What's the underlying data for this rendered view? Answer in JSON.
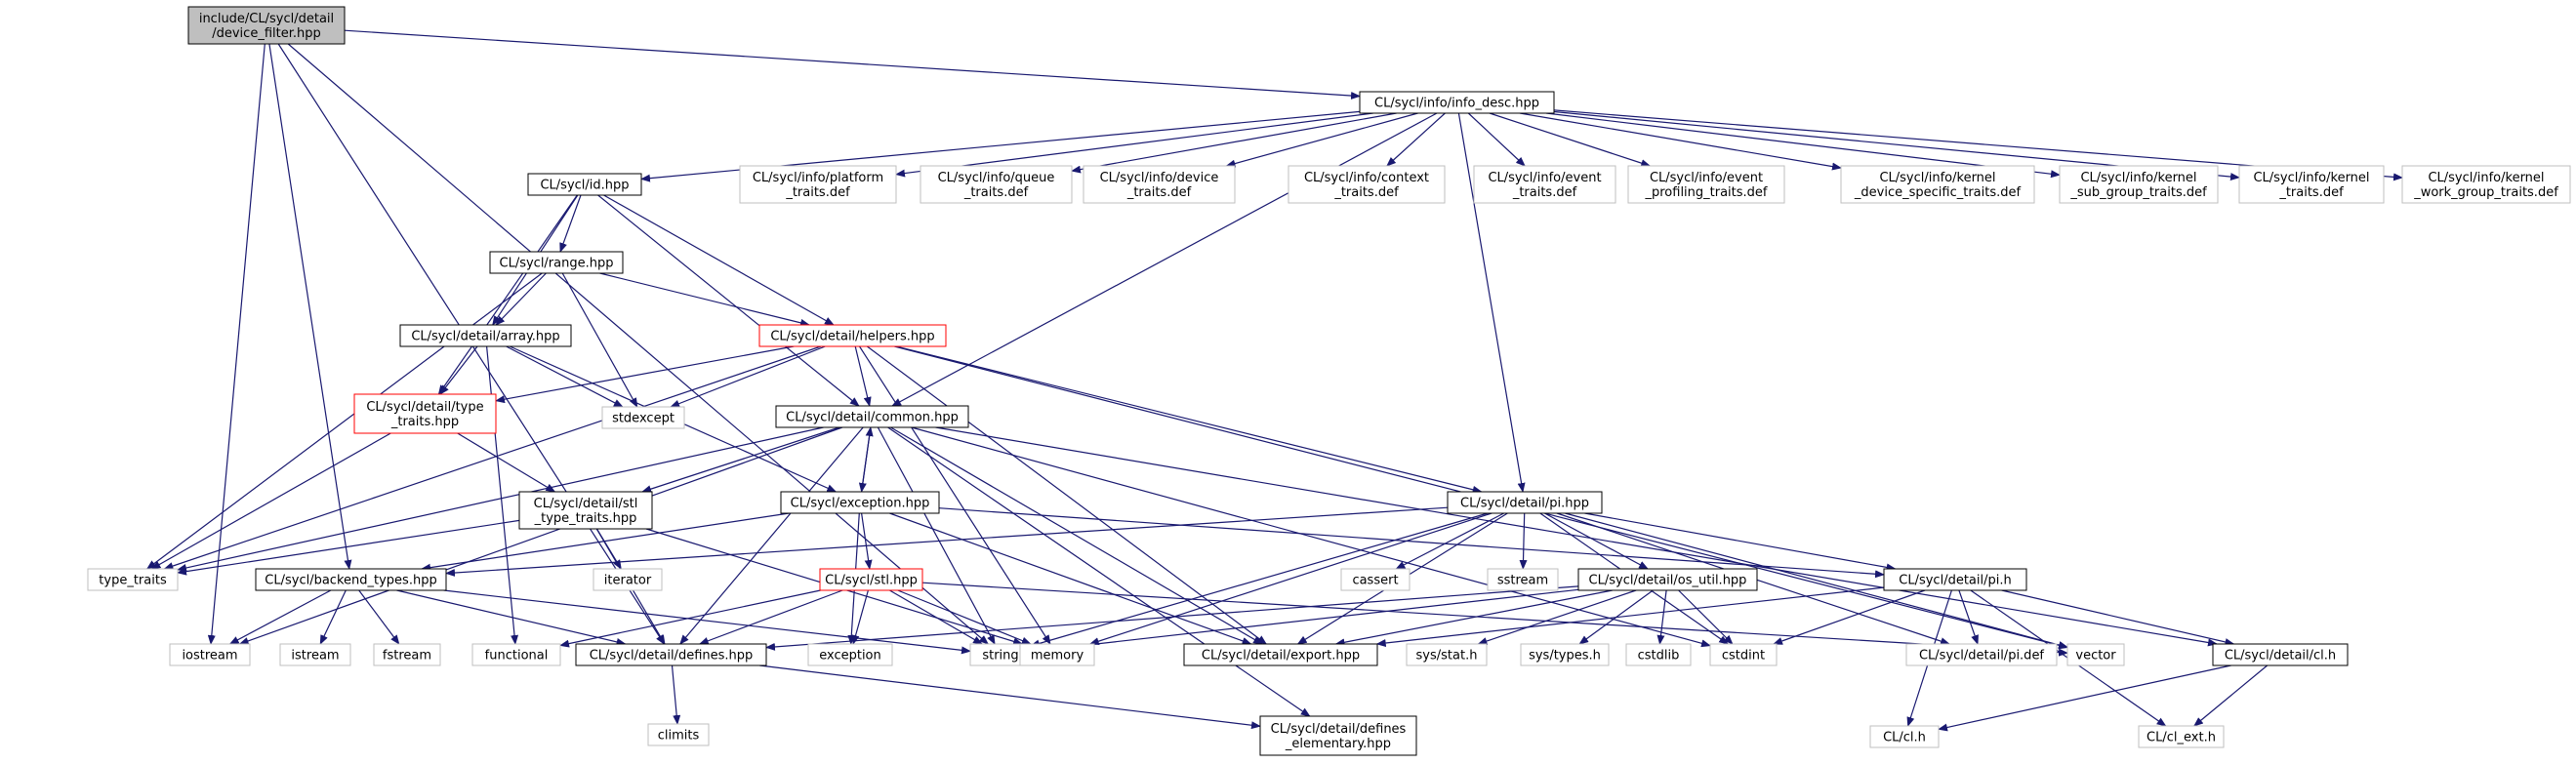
{
  "colors": {
    "edge": "#191970",
    "border_normal": "#000000",
    "border_system": "#bfbfbf",
    "border_incomplete": "#ff0000",
    "fill_root": "#bfbfbf",
    "fill_default": "#ffffff"
  },
  "nodes": [
    {
      "id": "device_filter",
      "lines": [
        "include/CL/sycl/detail",
        "/device_filter.hpp"
      ],
      "kind": "root"
    },
    {
      "id": "info_desc",
      "lines": [
        "CL/sycl/info/info_desc.hpp"
      ],
      "kind": "normal"
    },
    {
      "id": "id_hpp",
      "lines": [
        "CL/sycl/id.hpp"
      ],
      "kind": "normal"
    },
    {
      "id": "platform_traits",
      "lines": [
        "CL/sycl/info/platform",
        "_traits.def"
      ],
      "kind": "system"
    },
    {
      "id": "queue_traits",
      "lines": [
        "CL/sycl/info/queue",
        "_traits.def"
      ],
      "kind": "system"
    },
    {
      "id": "device_traits",
      "lines": [
        "CL/sycl/info/device",
        "_traits.def"
      ],
      "kind": "system"
    },
    {
      "id": "context_traits",
      "lines": [
        "CL/sycl/info/context",
        "_traits.def"
      ],
      "kind": "system"
    },
    {
      "id": "event_traits",
      "lines": [
        "CL/sycl/info/event",
        "_traits.def"
      ],
      "kind": "system"
    },
    {
      "id": "event_profiling_traits",
      "lines": [
        "CL/sycl/info/event",
        "_profiling_traits.def"
      ],
      "kind": "system"
    },
    {
      "id": "kernel_device_specific_traits",
      "lines": [
        "CL/sycl/info/kernel",
        "_device_specific_traits.def"
      ],
      "kind": "system"
    },
    {
      "id": "kernel_sub_group_traits",
      "lines": [
        "CL/sycl/info/kernel",
        "_sub_group_traits.def"
      ],
      "kind": "system"
    },
    {
      "id": "kernel_traits",
      "lines": [
        "CL/sycl/info/kernel",
        "_traits.def"
      ],
      "kind": "system"
    },
    {
      "id": "kernel_work_group_traits",
      "lines": [
        "CL/sycl/info/kernel",
        "_work_group_traits.def"
      ],
      "kind": "system"
    },
    {
      "id": "range_hpp",
      "lines": [
        "CL/sycl/range.hpp"
      ],
      "kind": "normal"
    },
    {
      "id": "helpers_hpp",
      "lines": [
        "CL/sycl/detail/helpers.hpp"
      ],
      "kind": "incomplete"
    },
    {
      "id": "array_hpp",
      "lines": [
        "CL/sycl/detail/array.hpp"
      ],
      "kind": "normal"
    },
    {
      "id": "type_traits_hpp",
      "lines": [
        "CL/sycl/detail/type",
        "_traits.hpp"
      ],
      "kind": "incomplete"
    },
    {
      "id": "stdexcept",
      "lines": [
        "stdexcept"
      ],
      "kind": "system"
    },
    {
      "id": "common_hpp",
      "lines": [
        "CL/sycl/detail/common.hpp"
      ],
      "kind": "normal"
    },
    {
      "id": "stl_type_traits",
      "lines": [
        "CL/sycl/detail/stl",
        "_type_traits.hpp"
      ],
      "kind": "normal"
    },
    {
      "id": "exception_hpp",
      "lines": [
        "CL/sycl/exception.hpp"
      ],
      "kind": "normal"
    },
    {
      "id": "pi_hpp",
      "lines": [
        "CL/sycl/detail/pi.hpp"
      ],
      "kind": "normal"
    },
    {
      "id": "type_traits",
      "lines": [
        "type_traits"
      ],
      "kind": "system"
    },
    {
      "id": "backend_types",
      "lines": [
        "CL/sycl/backend_types.hpp"
      ],
      "kind": "normal"
    },
    {
      "id": "iterator",
      "lines": [
        "iterator"
      ],
      "kind": "system"
    },
    {
      "id": "stl_hpp",
      "lines": [
        "CL/sycl/stl.hpp"
      ],
      "kind": "incomplete"
    },
    {
      "id": "cassert",
      "lines": [
        "cassert"
      ],
      "kind": "system"
    },
    {
      "id": "sstream",
      "lines": [
        "sstream"
      ],
      "kind": "system"
    },
    {
      "id": "os_util",
      "lines": [
        "CL/sycl/detail/os_util.hpp"
      ],
      "kind": "normal"
    },
    {
      "id": "pi_h",
      "lines": [
        "CL/sycl/detail/pi.h"
      ],
      "kind": "normal"
    },
    {
      "id": "iostream",
      "lines": [
        "iostream"
      ],
      "kind": "system"
    },
    {
      "id": "istream",
      "lines": [
        "istream"
      ],
      "kind": "system"
    },
    {
      "id": "fstream",
      "lines": [
        "fstream"
      ],
      "kind": "system"
    },
    {
      "id": "functional",
      "lines": [
        "functional"
      ],
      "kind": "system"
    },
    {
      "id": "defines_hpp",
      "lines": [
        "CL/sycl/detail/defines.hpp"
      ],
      "kind": "normal"
    },
    {
      "id": "exception",
      "lines": [
        "exception"
      ],
      "kind": "system"
    },
    {
      "id": "string",
      "lines": [
        "string"
      ],
      "kind": "system"
    },
    {
      "id": "memory",
      "lines": [
        "memory"
      ],
      "kind": "system"
    },
    {
      "id": "export_hpp",
      "lines": [
        "CL/sycl/detail/export.hpp"
      ],
      "kind": "normal"
    },
    {
      "id": "sys_stat",
      "lines": [
        "sys/stat.h"
      ],
      "kind": "system"
    },
    {
      "id": "sys_types",
      "lines": [
        "sys/types.h"
      ],
      "kind": "system"
    },
    {
      "id": "cstdlib",
      "lines": [
        "cstdlib"
      ],
      "kind": "system"
    },
    {
      "id": "cstdint",
      "lines": [
        "cstdint"
      ],
      "kind": "system"
    },
    {
      "id": "pi_def",
      "lines": [
        "CL/sycl/detail/pi.def"
      ],
      "kind": "system"
    },
    {
      "id": "vector",
      "lines": [
        "vector"
      ],
      "kind": "system"
    },
    {
      "id": "cl_hpp",
      "lines": [
        "CL/sycl/detail/cl.h"
      ],
      "kind": "normal"
    },
    {
      "id": "climits",
      "lines": [
        "climits"
      ],
      "kind": "system"
    },
    {
      "id": "defines_elementary",
      "lines": [
        "CL/sycl/detail/defines",
        "_elementary.hpp"
      ],
      "kind": "normal"
    },
    {
      "id": "cl_h",
      "lines": [
        "CL/cl.h"
      ],
      "kind": "system"
    },
    {
      "id": "cl_ext_h",
      "lines": [
        "CL/cl_ext.h"
      ],
      "kind": "system"
    }
  ],
  "edges": [
    [
      "device_filter",
      "info_desc"
    ],
    [
      "device_filter",
      "iostream"
    ],
    [
      "device_filter",
      "backend_types"
    ],
    [
      "device_filter",
      "defines_hpp"
    ],
    [
      "device_filter",
      "string"
    ],
    [
      "info_desc",
      "id_hpp"
    ],
    [
      "info_desc",
      "platform_traits"
    ],
    [
      "info_desc",
      "queue_traits"
    ],
    [
      "info_desc",
      "device_traits"
    ],
    [
      "info_desc",
      "context_traits"
    ],
    [
      "info_desc",
      "event_traits"
    ],
    [
      "info_desc",
      "event_profiling_traits"
    ],
    [
      "info_desc",
      "kernel_device_specific_traits"
    ],
    [
      "info_desc",
      "kernel_sub_group_traits"
    ],
    [
      "info_desc",
      "kernel_traits"
    ],
    [
      "info_desc",
      "kernel_work_group_traits"
    ],
    [
      "info_desc",
      "common_hpp"
    ],
    [
      "info_desc",
      "pi_hpp"
    ],
    [
      "id_hpp",
      "range_hpp"
    ],
    [
      "id_hpp",
      "array_hpp"
    ],
    [
      "id_hpp",
      "helpers_hpp"
    ],
    [
      "id_hpp",
      "common_hpp"
    ],
    [
      "id_hpp",
      "type_traits_hpp"
    ],
    [
      "range_hpp",
      "array_hpp"
    ],
    [
      "range_hpp",
      "helpers_hpp"
    ],
    [
      "range_hpp",
      "stdexcept"
    ],
    [
      "range_hpp",
      "type_traits"
    ],
    [
      "array_hpp",
      "type_traits_hpp"
    ],
    [
      "array_hpp",
      "stdexcept"
    ],
    [
      "array_hpp",
      "exception_hpp"
    ],
    [
      "array_hpp",
      "functional"
    ],
    [
      "helpers_hpp",
      "type_traits_hpp"
    ],
    [
      "helpers_hpp",
      "stdexcept"
    ],
    [
      "helpers_hpp",
      "common_hpp"
    ],
    [
      "helpers_hpp",
      "pi_hpp"
    ],
    [
      "helpers_hpp",
      "memory"
    ],
    [
      "helpers_hpp",
      "export_hpp"
    ],
    [
      "helpers_hpp",
      "vector"
    ],
    [
      "helpers_hpp",
      "type_traits"
    ],
    [
      "type_traits_hpp",
      "stl_type_traits"
    ],
    [
      "type_traits_hpp",
      "type_traits"
    ],
    [
      "common_hpp",
      "exception_hpp"
    ],
    [
      "common_hpp",
      "stl_type_traits"
    ],
    [
      "common_hpp",
      "defines_hpp"
    ],
    [
      "common_hpp",
      "export_hpp"
    ],
    [
      "common_hpp",
      "string"
    ],
    [
      "common_hpp",
      "cstdint"
    ],
    [
      "common_hpp",
      "cl_hpp"
    ],
    [
      "common_hpp",
      "defines_elementary"
    ],
    [
      "common_hpp",
      "iostream"
    ],
    [
      "common_hpp",
      "type_traits"
    ],
    [
      "stl_type_traits",
      "iterator"
    ],
    [
      "stl_type_traits",
      "memory"
    ],
    [
      "stl_type_traits",
      "defines_hpp"
    ],
    [
      "stl_type_traits",
      "type_traits"
    ],
    [
      "exception_hpp",
      "common_hpp"
    ],
    [
      "exception_hpp",
      "stl_hpp"
    ],
    [
      "exception_hpp",
      "exception"
    ],
    [
      "exception_hpp",
      "export_hpp"
    ],
    [
      "exception_hpp",
      "pi_h"
    ],
    [
      "exception_hpp",
      "backend_types"
    ],
    [
      "pi_hpp",
      "backend_types"
    ],
    [
      "pi_hpp",
      "cassert"
    ],
    [
      "pi_hpp",
      "sstream"
    ],
    [
      "pi_hpp",
      "os_util"
    ],
    [
      "pi_hpp",
      "pi_h"
    ],
    [
      "pi_hpp",
      "string"
    ],
    [
      "pi_hpp",
      "memory"
    ],
    [
      "pi_hpp",
      "export_hpp"
    ],
    [
      "pi_hpp",
      "cstdint"
    ],
    [
      "pi_hpp",
      "vector"
    ],
    [
      "pi_hpp",
      "pi_def"
    ],
    [
      "backend_types",
      "iostream"
    ],
    [
      "backend_types",
      "istream"
    ],
    [
      "backend_types",
      "fstream"
    ],
    [
      "backend_types",
      "defines_hpp"
    ],
    [
      "backend_types",
      "string"
    ],
    [
      "stl_hpp",
      "defines_hpp"
    ],
    [
      "stl_hpp",
      "exception"
    ],
    [
      "stl_hpp",
      "string"
    ],
    [
      "stl_hpp",
      "memory"
    ],
    [
      "stl_hpp",
      "functional"
    ],
    [
      "stl_hpp",
      "vector"
    ],
    [
      "os_util",
      "defines_hpp"
    ],
    [
      "os_util",
      "export_hpp"
    ],
    [
      "os_util",
      "sys_stat"
    ],
    [
      "os_util",
      "sys_types"
    ],
    [
      "os_util",
      "cstdlib"
    ],
    [
      "os_util",
      "cstdint"
    ],
    [
      "os_util",
      "string"
    ],
    [
      "pi_h",
      "export_hpp"
    ],
    [
      "pi_h",
      "cstdint"
    ],
    [
      "pi_h",
      "pi_def"
    ],
    [
      "pi_h",
      "cl_hpp"
    ],
    [
      "pi_h",
      "cl_h"
    ],
    [
      "pi_h",
      "cl_ext_h"
    ],
    [
      "cl_hpp",
      "cl_h"
    ],
    [
      "cl_hpp",
      "cl_ext_h"
    ],
    [
      "defines_hpp",
      "climits"
    ],
    [
      "defines_hpp",
      "defines_elementary"
    ]
  ]
}
